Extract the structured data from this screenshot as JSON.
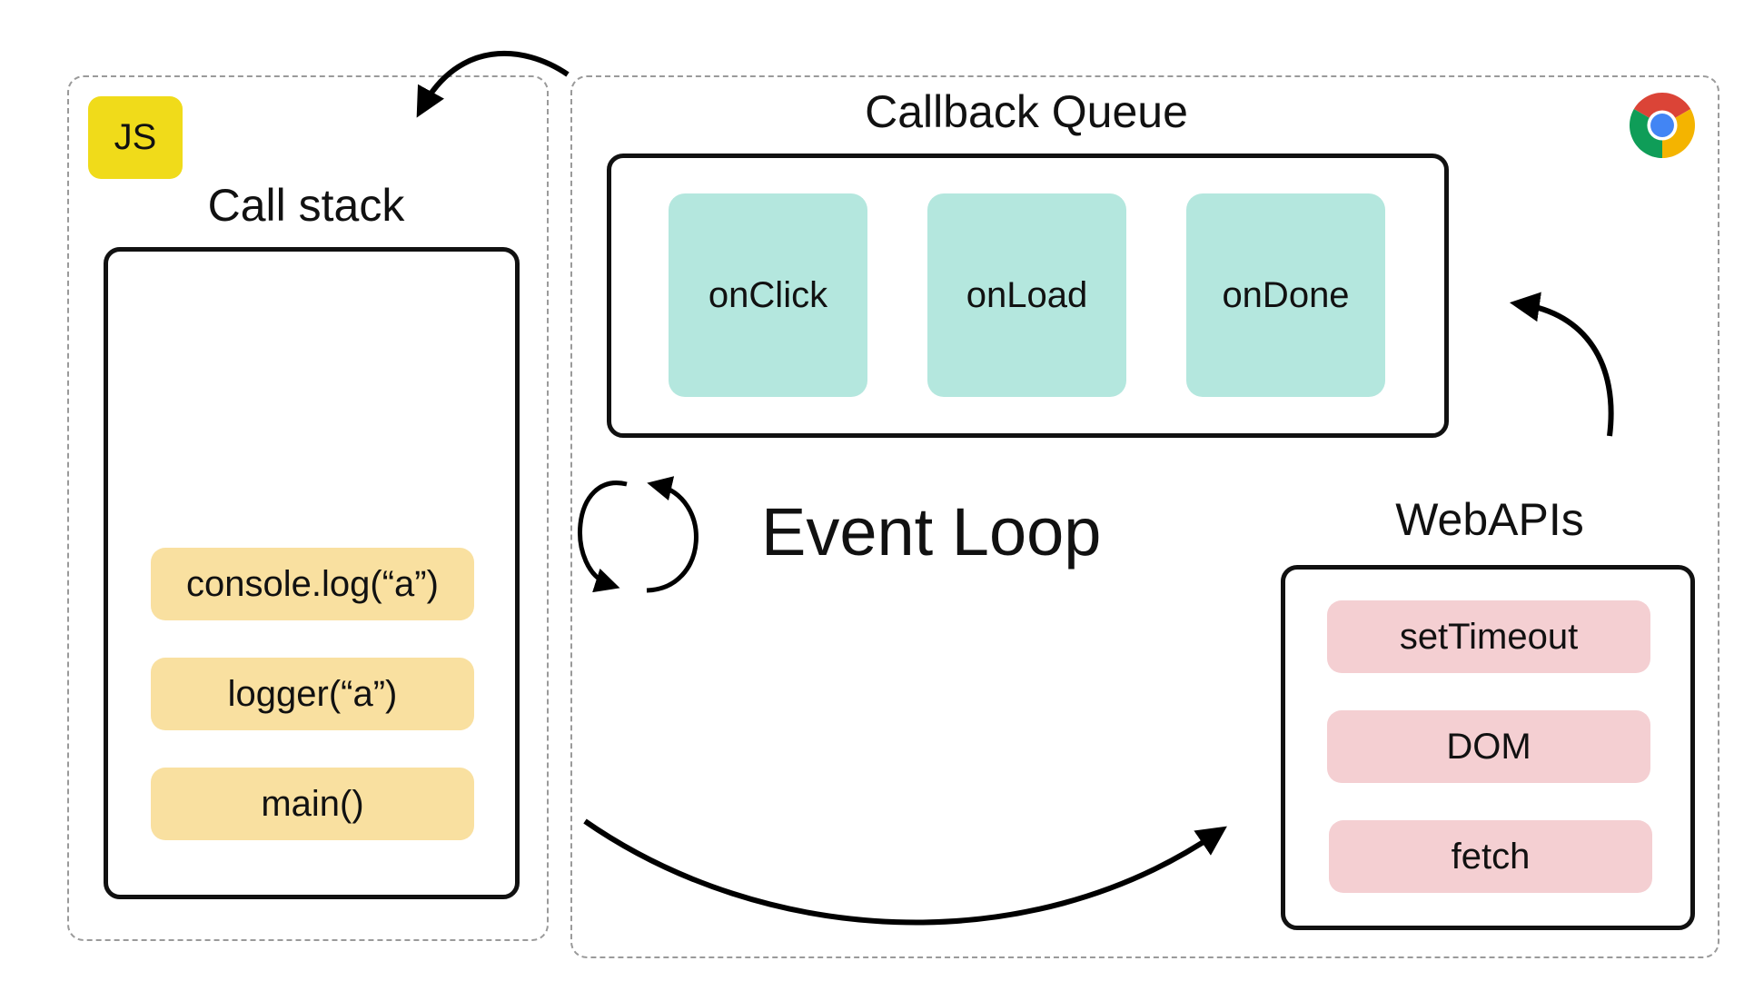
{
  "js_badge": {
    "label": "JS"
  },
  "call_stack": {
    "title": "Call stack",
    "frames": [
      "console.log(“a”)",
      "logger(“a”)",
      "main()"
    ]
  },
  "callback_queue": {
    "title": "Callback Queue",
    "items": [
      "onClick",
      "onLoad",
      "onDone"
    ]
  },
  "event_loop": {
    "label": "Event Loop"
  },
  "web_apis": {
    "title": "WebAPIs",
    "items": [
      "setTimeout",
      "DOM",
      "fetch"
    ]
  },
  "icons": {
    "browser": "chrome-icon",
    "loop": "refresh-cycle-icon"
  },
  "colors": {
    "js_badge": "#f0db1a",
    "stack_frame": "#f9e0a0",
    "queue_item": "#b4e7de",
    "web_api_item": "#f4cfd2",
    "border": "#111111",
    "dashed_region": "#9a9a9a"
  }
}
